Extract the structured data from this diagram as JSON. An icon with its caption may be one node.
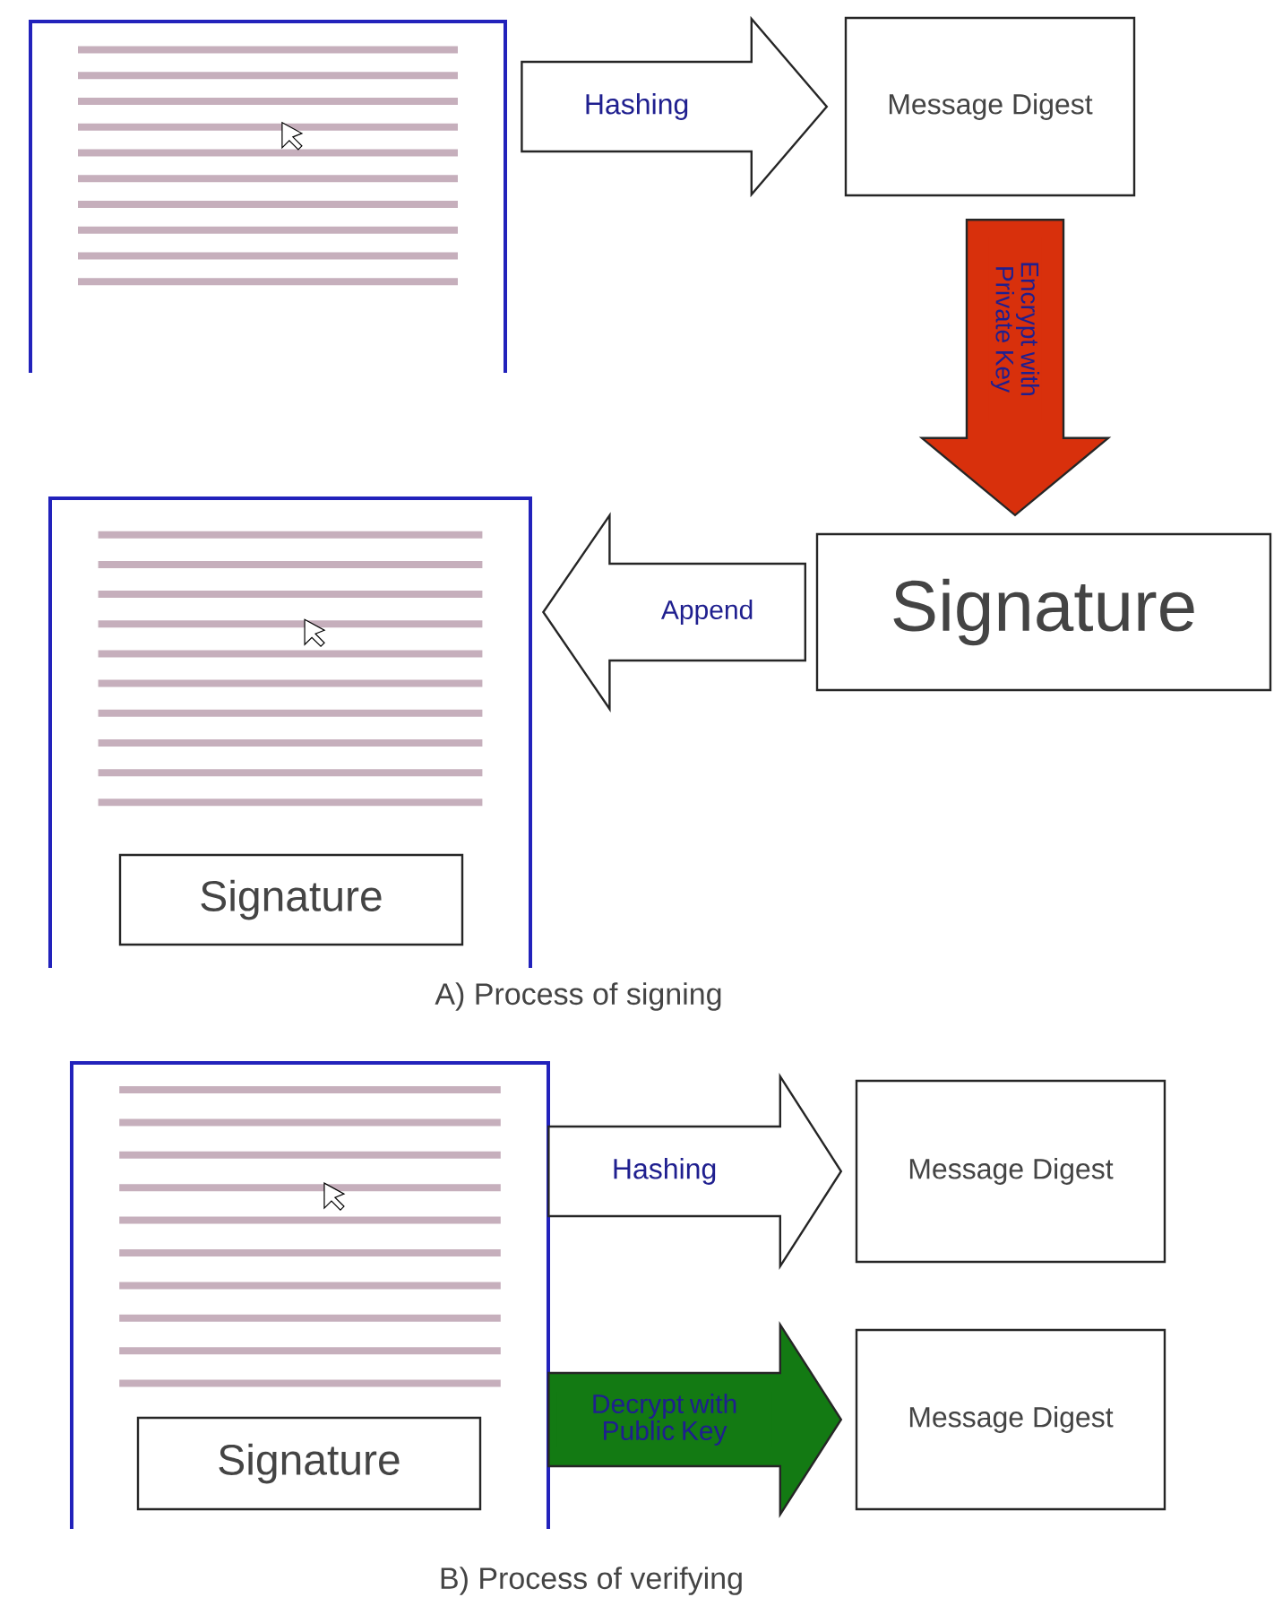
{
  "diagram": {
    "nodes": [
      {
        "text": [],
        "shape": "document"
      },
      {
        "text": [
          "Message Digest"
        ]
      },
      {
        "text": [
          "Signature"
        ]
      },
      {
        "text": [],
        "shape": "document"
      },
      {
        "text": [
          "Signature"
        ],
        "in": 3
      },
      {
        "text": [],
        "shape": "document"
      },
      {
        "text": [
          "Signature"
        ],
        "in": 5
      },
      {
        "text": [
          "Message Digest"
        ]
      },
      {
        "text": [
          "Message Digest"
        ]
      }
    ],
    "edges": [
      {
        "from": 0,
        "to": 1,
        "arrow": "to",
        "label": "Hashing"
      },
      {
        "from": 1,
        "to": 2,
        "arrow": "to",
        "label": "Encrypt with Private Key",
        "color": "#d8300c"
      },
      {
        "from": 2,
        "to": 3,
        "arrow": "to",
        "label": "Append"
      },
      {
        "from": 5,
        "to": 7,
        "arrow": "to",
        "label": "Hashing"
      },
      {
        "from": 5,
        "to": 8,
        "arrow": "to",
        "label": "Decrypt with Public Key",
        "color": "#137a13"
      }
    ],
    "labels": [
      "A) Process of signing",
      "B) Process of verifying"
    ]
  }
}
